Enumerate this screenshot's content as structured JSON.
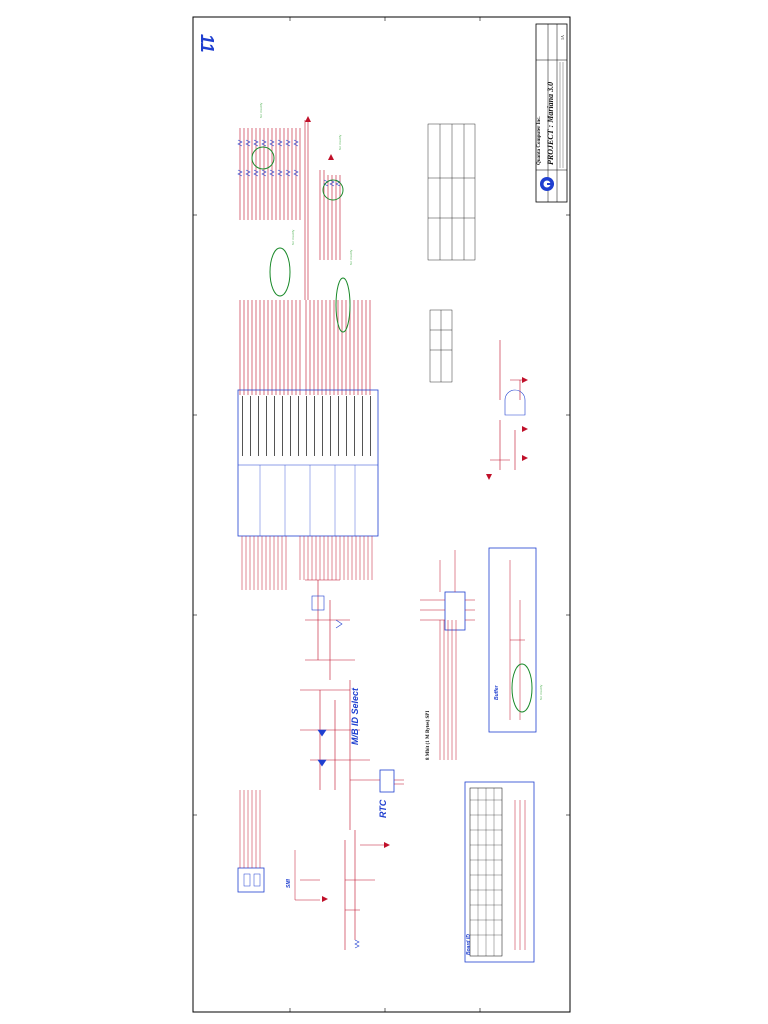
{
  "sheet": {
    "page_number": "11",
    "title_block": {
      "company": "Quanta Computer Inc.",
      "project": "PROJECT : Mariana 3.0",
      "rev": "1A"
    }
  },
  "sections": {
    "rtc": "RTC",
    "mb_id_select": "M/B ID Select",
    "smi": "SMI",
    "spi": "8 Mbit (1 M Bytes) SPI",
    "board_id": "Board ID",
    "buffer": "Buffer"
  },
  "annotations": {
    "a1": "for modify",
    "a2": "for modify",
    "a3": "for modify",
    "a4": "for modify",
    "a5": "for modify"
  },
  "colors": {
    "wire": "#c0102a",
    "box": "#1f3fd0",
    "highlight": "#1a8a2a",
    "annotation": "#4caf50",
    "border": "#000000"
  }
}
